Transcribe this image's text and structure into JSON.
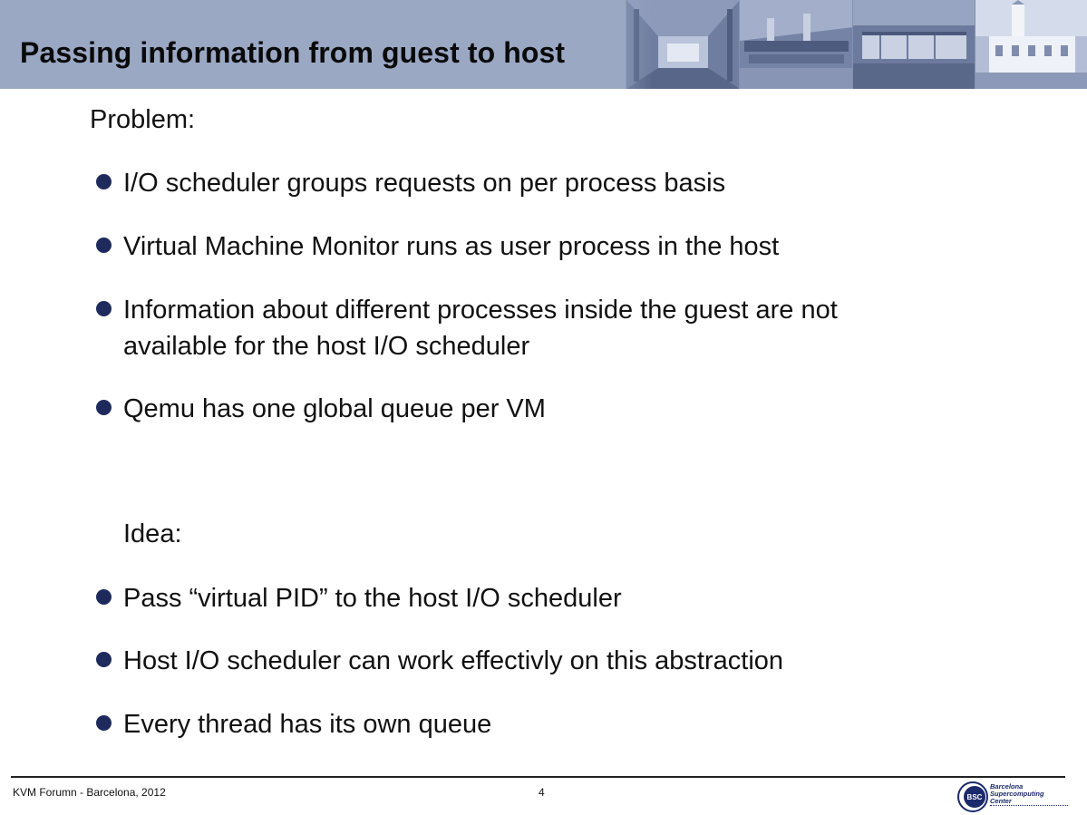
{
  "header": {
    "title": "Passing information from guest to host"
  },
  "content": {
    "problem_label": "Problem:",
    "problem_items": [
      "I/O scheduler groups requests on per process basis",
      "Virtual Machine Monitor runs as user process in the host",
      "Information about different processes inside the guest are not\navailable for the host I/O scheduler",
      "Qemu has one global queue per VM"
    ],
    "idea_label": "Idea:",
    "idea_items": [
      "Pass “virtual PID” to the host I/O scheduler",
      "Host I/O scheduler can work effectivly on this abstraction",
      "Every thread has its own queue"
    ]
  },
  "footer": {
    "event": "KVM Forumn - Barcelona, 2012",
    "page_number": "4",
    "logo_lines": [
      "Barcelona",
      "Supercomputing",
      "Center"
    ],
    "logo_badge": "BSC"
  },
  "colors": {
    "header_band": "#9aa8c4",
    "bullet": "#1f2a5c",
    "logo": "#1b2a6b"
  }
}
